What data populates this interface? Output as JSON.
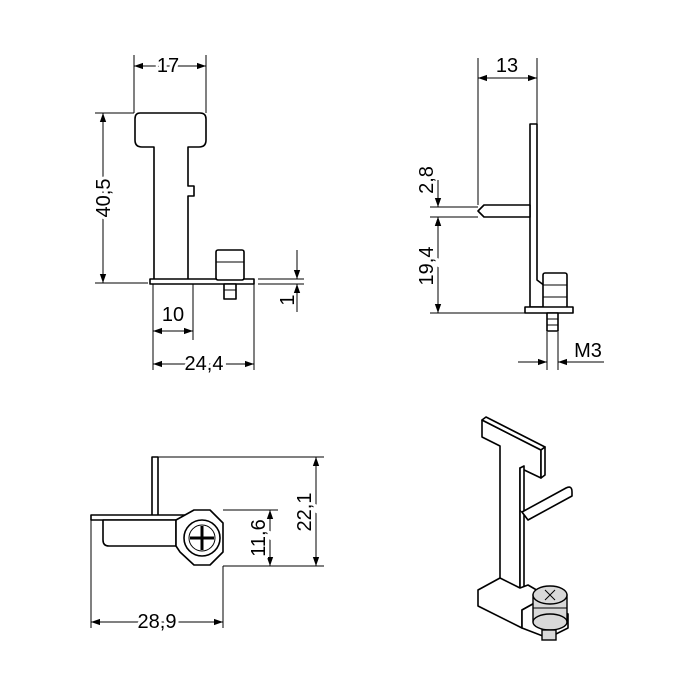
{
  "dimensions": {
    "front": {
      "width_top": "17",
      "height": "40,5",
      "pin_offset": "10",
      "overall_width": "24,4",
      "base_thickness": "1"
    },
    "side": {
      "width_top": "13",
      "arm_height": "2,8",
      "base_height": "19,4",
      "thread": "M3"
    },
    "top": {
      "width": "28,9",
      "height_screw": "11,6",
      "height_overall": "22,1"
    }
  }
}
